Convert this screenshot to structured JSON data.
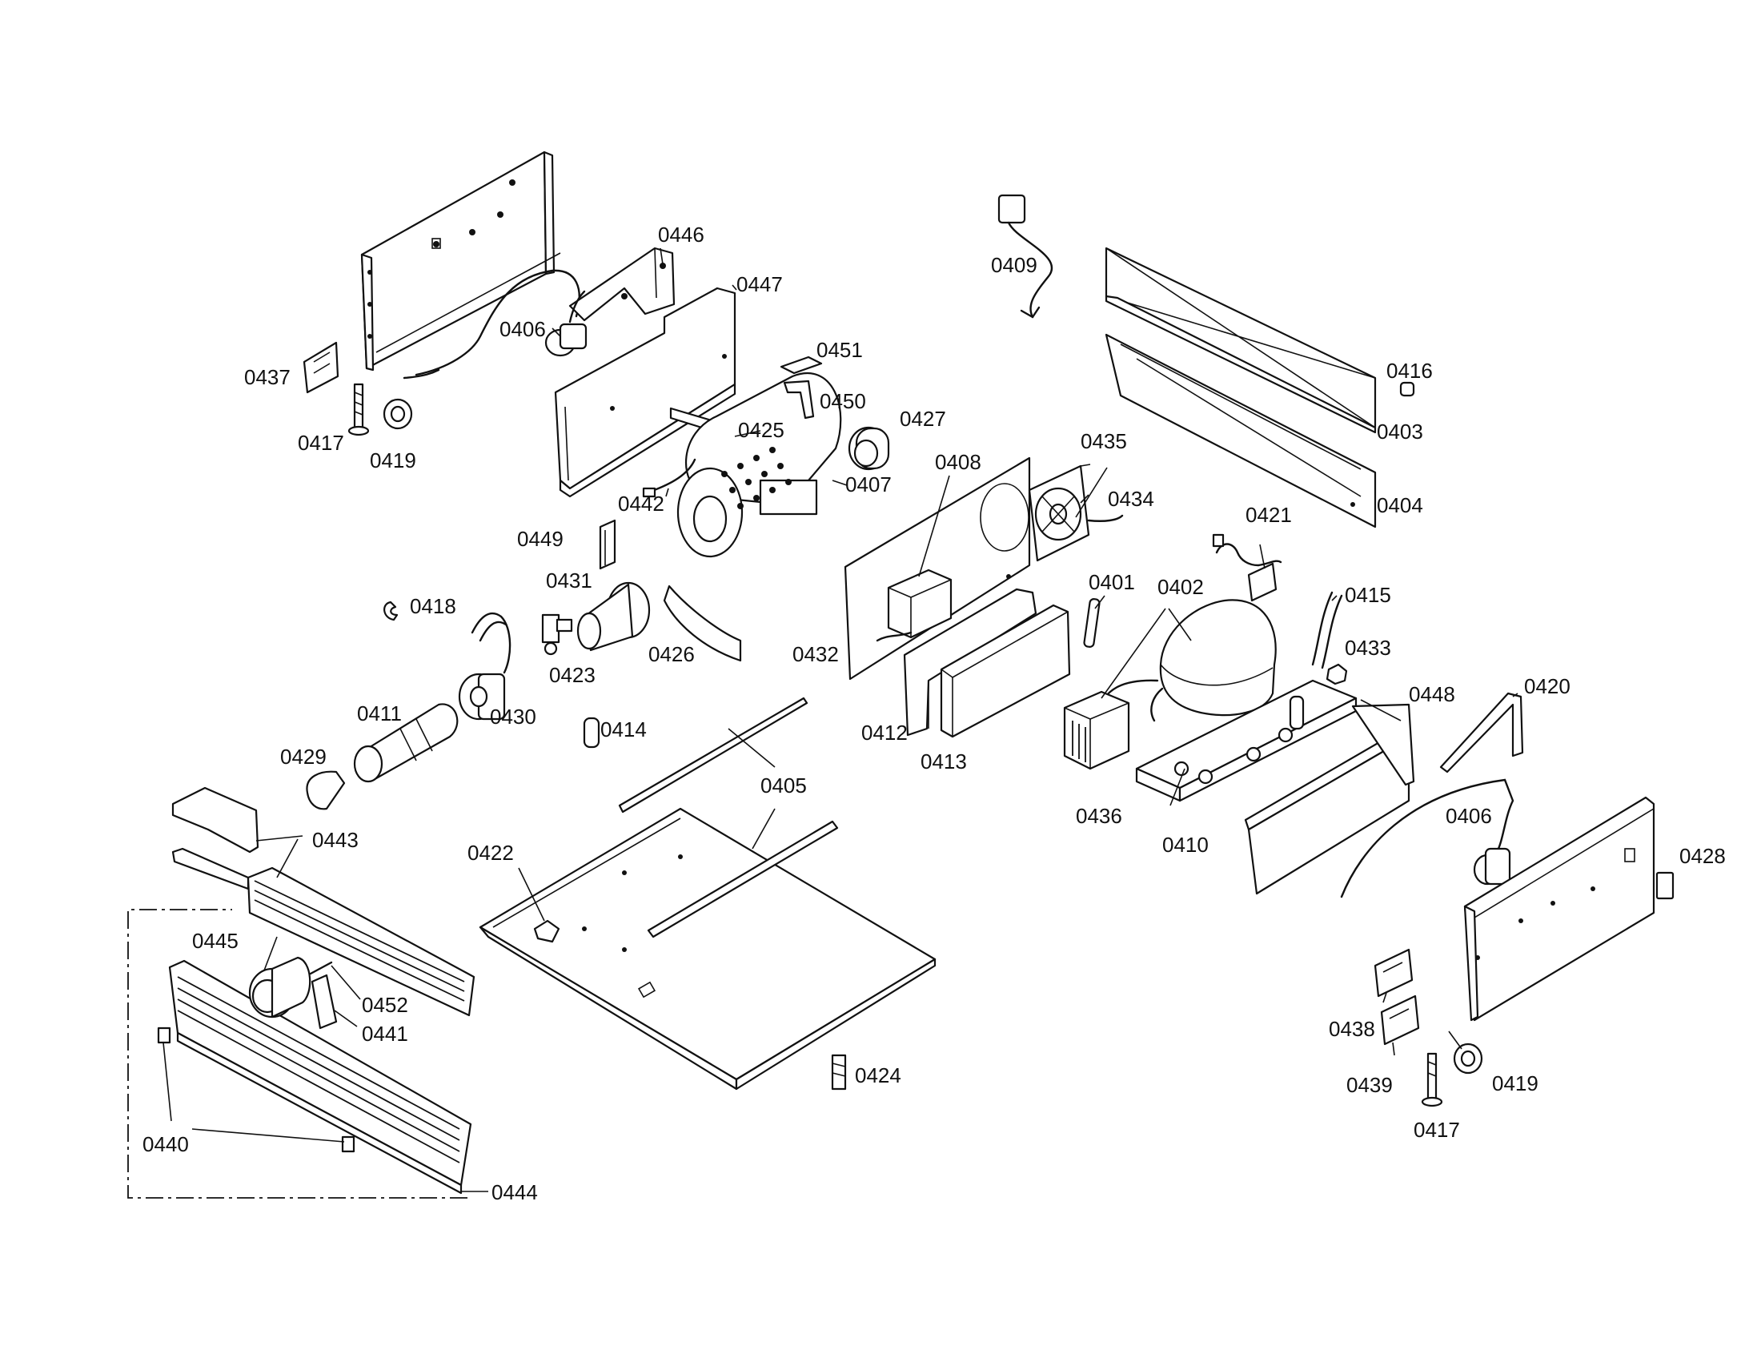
{
  "diagram": {
    "callouts": [
      {
        "id": "c0446",
        "text": "0446"
      },
      {
        "id": "c0447",
        "text": "0447"
      },
      {
        "id": "c0406a",
        "text": "0406"
      },
      {
        "id": "c0437",
        "text": "0437"
      },
      {
        "id": "c0417a",
        "text": "0417"
      },
      {
        "id": "c0419a",
        "text": "0419"
      },
      {
        "id": "c0451",
        "text": "0451"
      },
      {
        "id": "c0450",
        "text": "0450"
      },
      {
        "id": "c0427",
        "text": "0427"
      },
      {
        "id": "c0425",
        "text": "0425"
      },
      {
        "id": "c0442",
        "text": "0442"
      },
      {
        "id": "c0407",
        "text": "0407"
      },
      {
        "id": "c0449",
        "text": "0449"
      },
      {
        "id": "c0431",
        "text": "0431"
      },
      {
        "id": "c0418",
        "text": "0418"
      },
      {
        "id": "c0423",
        "text": "0423"
      },
      {
        "id": "c0426",
        "text": "0426"
      },
      {
        "id": "c0411",
        "text": "0411"
      },
      {
        "id": "c0430",
        "text": "0430"
      },
      {
        "id": "c0414",
        "text": "0414"
      },
      {
        "id": "c0429",
        "text": "0429"
      },
      {
        "id": "c0409",
        "text": "0409"
      },
      {
        "id": "c0416",
        "text": "0416"
      },
      {
        "id": "c0403",
        "text": "0403"
      },
      {
        "id": "c0404",
        "text": "0404"
      },
      {
        "id": "c0408",
        "text": "0408"
      },
      {
        "id": "c0435",
        "text": "0435"
      },
      {
        "id": "c0434",
        "text": "0434"
      },
      {
        "id": "c0421",
        "text": "0421"
      },
      {
        "id": "c0401",
        "text": "0401"
      },
      {
        "id": "c0402",
        "text": "0402"
      },
      {
        "id": "c0415",
        "text": "0415"
      },
      {
        "id": "c0432",
        "text": "0432"
      },
      {
        "id": "c0433",
        "text": "0433"
      },
      {
        "id": "c0448",
        "text": "0448"
      },
      {
        "id": "c0420",
        "text": "0420"
      },
      {
        "id": "c0412",
        "text": "0412"
      },
      {
        "id": "c0413",
        "text": "0413"
      },
      {
        "id": "c0436",
        "text": "0436"
      },
      {
        "id": "c0410",
        "text": "0410"
      },
      {
        "id": "c0406b",
        "text": "0406"
      },
      {
        "id": "c0428",
        "text": "0428"
      },
      {
        "id": "c0405",
        "text": "0405"
      },
      {
        "id": "c0443",
        "text": "0443"
      },
      {
        "id": "c0422",
        "text": "0422"
      },
      {
        "id": "c0445",
        "text": "0445"
      },
      {
        "id": "c0452",
        "text": "0452"
      },
      {
        "id": "c0441",
        "text": "0441"
      },
      {
        "id": "c0440",
        "text": "0440"
      },
      {
        "id": "c0444",
        "text": "0444"
      },
      {
        "id": "c0424",
        "text": "0424"
      },
      {
        "id": "c0438",
        "text": "0438"
      },
      {
        "id": "c0439",
        "text": "0439"
      },
      {
        "id": "c0419b",
        "text": "0419"
      },
      {
        "id": "c0417b",
        "text": "0417"
      }
    ]
  }
}
